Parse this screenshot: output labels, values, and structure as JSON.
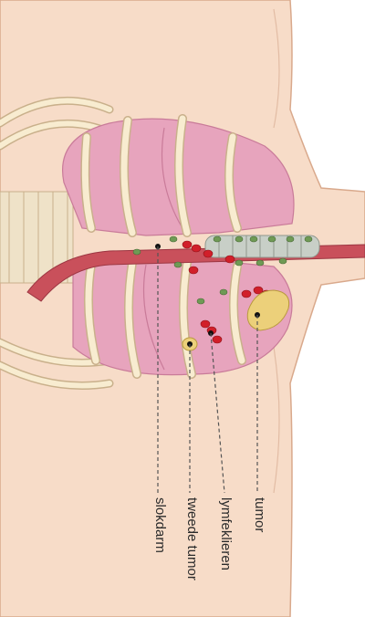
{
  "labels": {
    "tumor": "tumor",
    "lymph_nodes": "lymfeklieren",
    "second_tumor": "tweede tumor",
    "esophagus": "slokdarm"
  },
  "colors": {
    "skin": "#f7dcc8",
    "skin_outline": "#d9a98c",
    "lung": "#e7a4bd",
    "lung_shadow": "#d98aa8",
    "rib": "#f8ecd0",
    "rib_outline": "#c9b08b",
    "esophagus": "#c9505b",
    "lymph_red": "#d11f2a",
    "lymph_green": "#6f9a55",
    "tumor": "#ecd07a",
    "spine": "#efe2c8"
  }
}
